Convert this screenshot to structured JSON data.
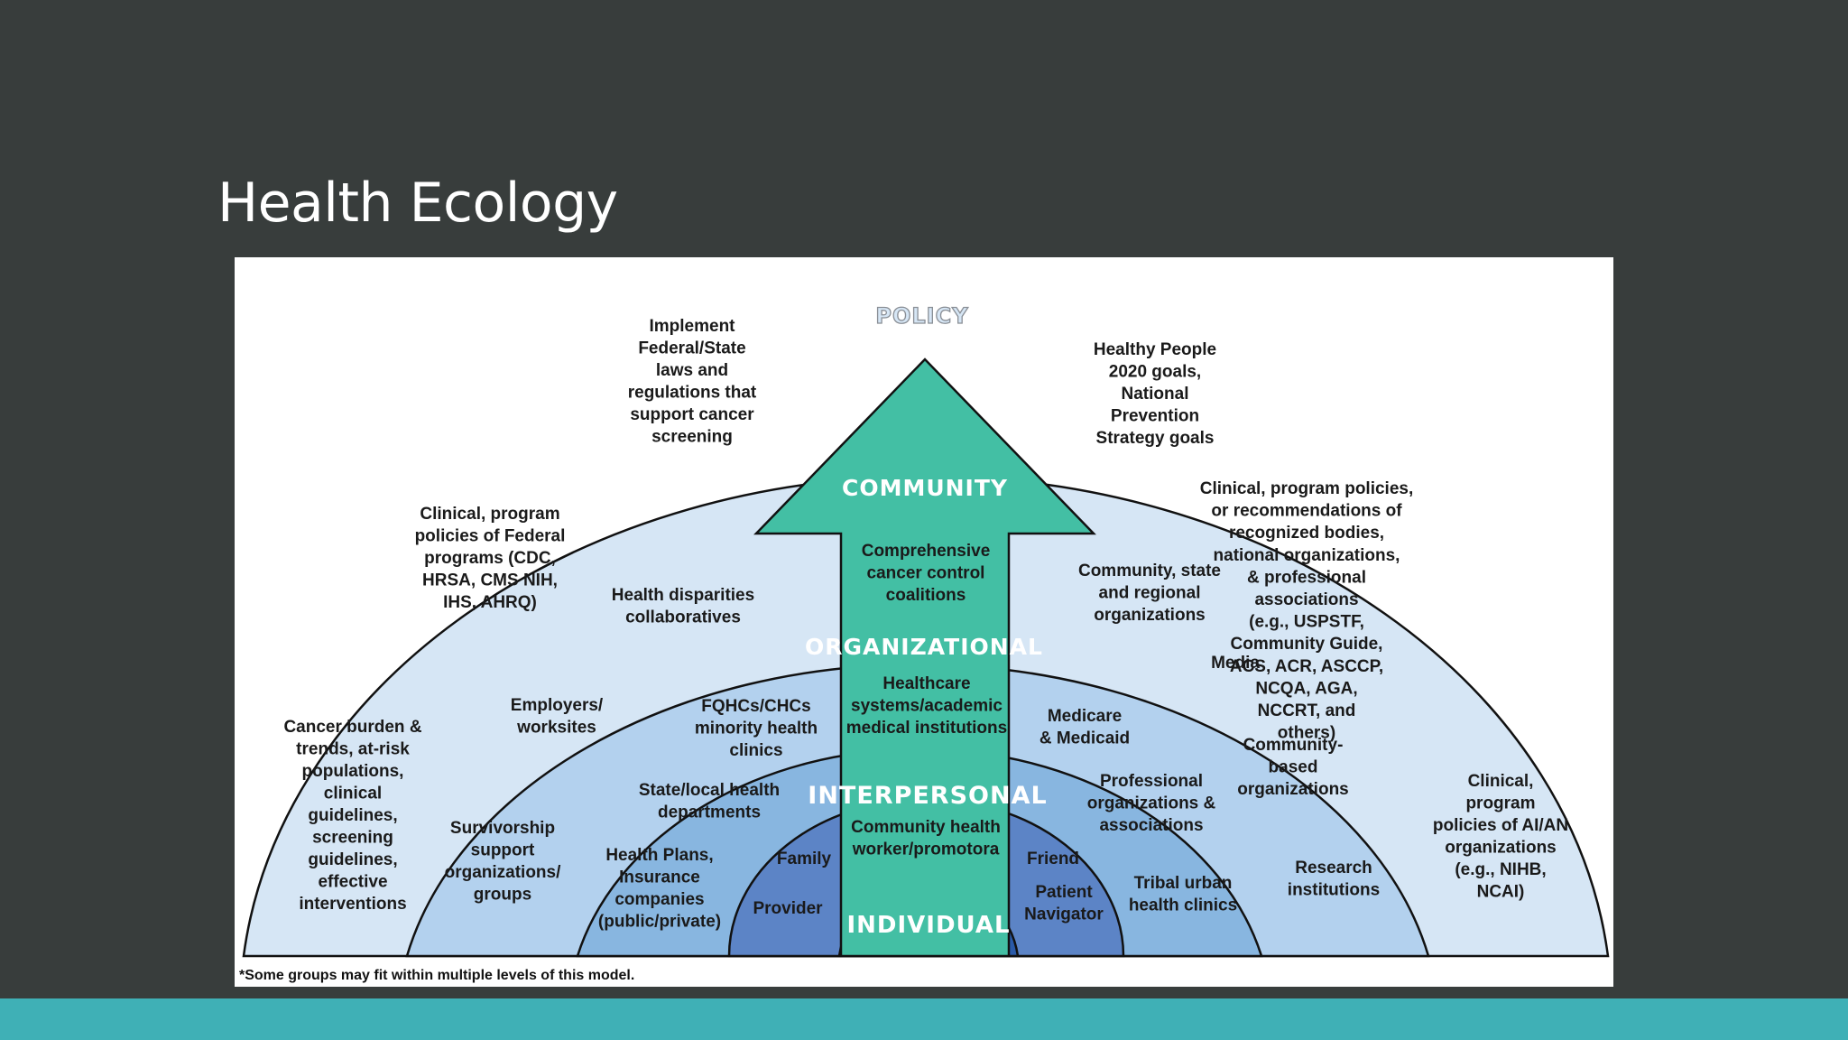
{
  "slide": {
    "title": "Health Ecology",
    "colors": {
      "background": "#383d3c",
      "accent_bar": "#3fb0b6",
      "policy_ring": "#d6e6f5",
      "community_ring": "#b3d1ee",
      "organizational_ring": "#88b6e0",
      "interpersonal_ring": "#5c84c6",
      "individual_core": "#2a5aa8",
      "arrow": "#43bfa4"
    }
  },
  "diagram": {
    "levels": {
      "policy": "POLICY",
      "community": "COMMUNITY",
      "organizational": "ORGANIZATIONAL",
      "interpersonal": "INTERPERSONAL",
      "individual": "INDIVIDUAL"
    },
    "footnote": "*Some groups may fit within multiple levels of this model.",
    "policy_items": {
      "implement_laws": [
        "Implement",
        "Federal/State",
        "laws and",
        "regulations that",
        "support cancer",
        "screening"
      ],
      "healthy_people": [
        "Healthy People",
        "2020 goals,",
        "National",
        "Prevention",
        "Strategy goals"
      ],
      "federal_programs": [
        "Clinical, program",
        "policies of Federal",
        "programs (CDC,",
        "HRSA, CMS NIH,",
        "IHS, AHRQ)"
      ],
      "recognized_bodies": [
        "Clinical, program policies,",
        "or recommendations of",
        "recognized bodies,",
        "national organizations,",
        "& professional",
        "associations",
        "(e.g., USPSTF,",
        "Community Guide,",
        "ACS, ACR, ASCCP,",
        "NCQA, AGA,",
        "NCCRT, and",
        "others)"
      ],
      "cancer_burden": [
        "Cancer burden &",
        "trends, at-risk",
        "populations,",
        "clinical",
        "guidelines,",
        "screening",
        "guidelines,",
        "effective",
        "interventions"
      ],
      "ai_an": [
        "Clinical,",
        "program",
        "policies of AI/AN",
        "organizations",
        "(e.g., NIHB,",
        "NCAI)"
      ]
    },
    "community_items": {
      "coalitions": [
        "Comprehensive",
        "cancer  control",
        "coalitions"
      ],
      "disparities": [
        "Health disparities",
        "collaboratives"
      ],
      "regional_orgs": [
        "Community, state",
        "and regional",
        "organizations"
      ],
      "media": [
        "Media"
      ],
      "employers": [
        "Employers/",
        "worksites"
      ],
      "community_based": [
        "Community-",
        "based",
        "organizations"
      ],
      "survivorship": [
        "Survivorship",
        "support",
        "organizations/",
        "groups"
      ],
      "research": [
        "Research",
        "institutions"
      ]
    },
    "organizational_items": {
      "healthcare_systems": [
        "Healthcare",
        "systems/academic",
        "medical institutions"
      ],
      "fqhcs": [
        "FQHCs/CHCs",
        "minority health",
        "clinics"
      ],
      "medicare": [
        "Medicare",
        "& Medicaid"
      ],
      "state_local": [
        "State/local health",
        "departments"
      ],
      "professional": [
        "Professional",
        "organizations &",
        "associations"
      ],
      "health_plans": [
        "Health Plans,",
        "Insurance",
        "companies",
        "(public/private)"
      ],
      "tribal": [
        "Tribal urban",
        "health clinics"
      ]
    },
    "interpersonal_items": {
      "chw": [
        "Community health",
        "worker/promotora"
      ],
      "family": [
        "Family"
      ],
      "friend": [
        "Friend"
      ],
      "provider": [
        "Provider"
      ],
      "navigator": [
        "Patient",
        "Navigator"
      ]
    }
  }
}
